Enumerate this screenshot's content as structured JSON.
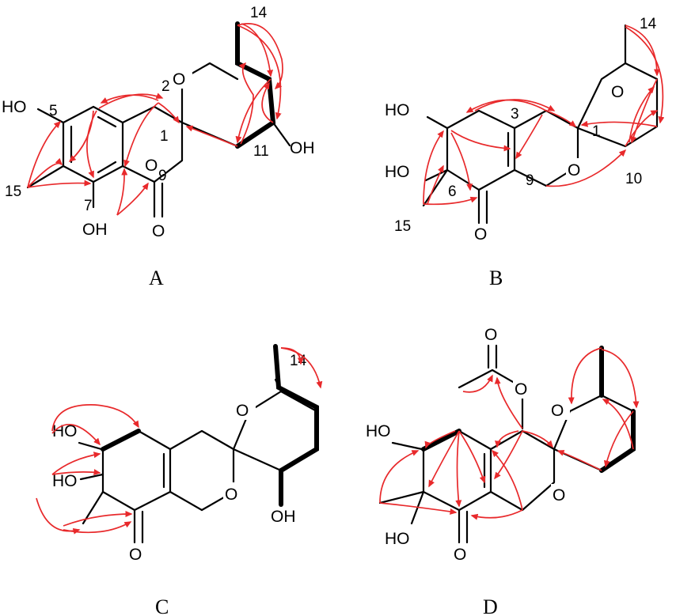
{
  "colors": {
    "bond": "#000000",
    "correlation_arrow": "#e8292b",
    "background": "#ffffff"
  },
  "panels": [
    {
      "id": "A",
      "label": "A",
      "atom_labels": [
        "HO",
        "O",
        "O",
        "O",
        "OH",
        "OH"
      ],
      "numbers": [
        "14",
        "2",
        "5",
        "1",
        "11",
        "9",
        "15",
        "7"
      ]
    },
    {
      "id": "B",
      "label": "B",
      "atom_labels": [
        "HO",
        "HO",
        "O",
        "O",
        "O"
      ],
      "numbers": [
        "14",
        "3",
        "1",
        "6",
        "9",
        "10",
        "15"
      ]
    },
    {
      "id": "C",
      "label": "C",
      "atom_labels": [
        "HO",
        "HO",
        "O",
        "O",
        "O",
        "OH"
      ],
      "numbers": [
        "14"
      ]
    },
    {
      "id": "D",
      "label": "D",
      "atom_labels": [
        "O",
        "O",
        "HO",
        "O",
        "O",
        "HO",
        "O"
      ]
    }
  ]
}
